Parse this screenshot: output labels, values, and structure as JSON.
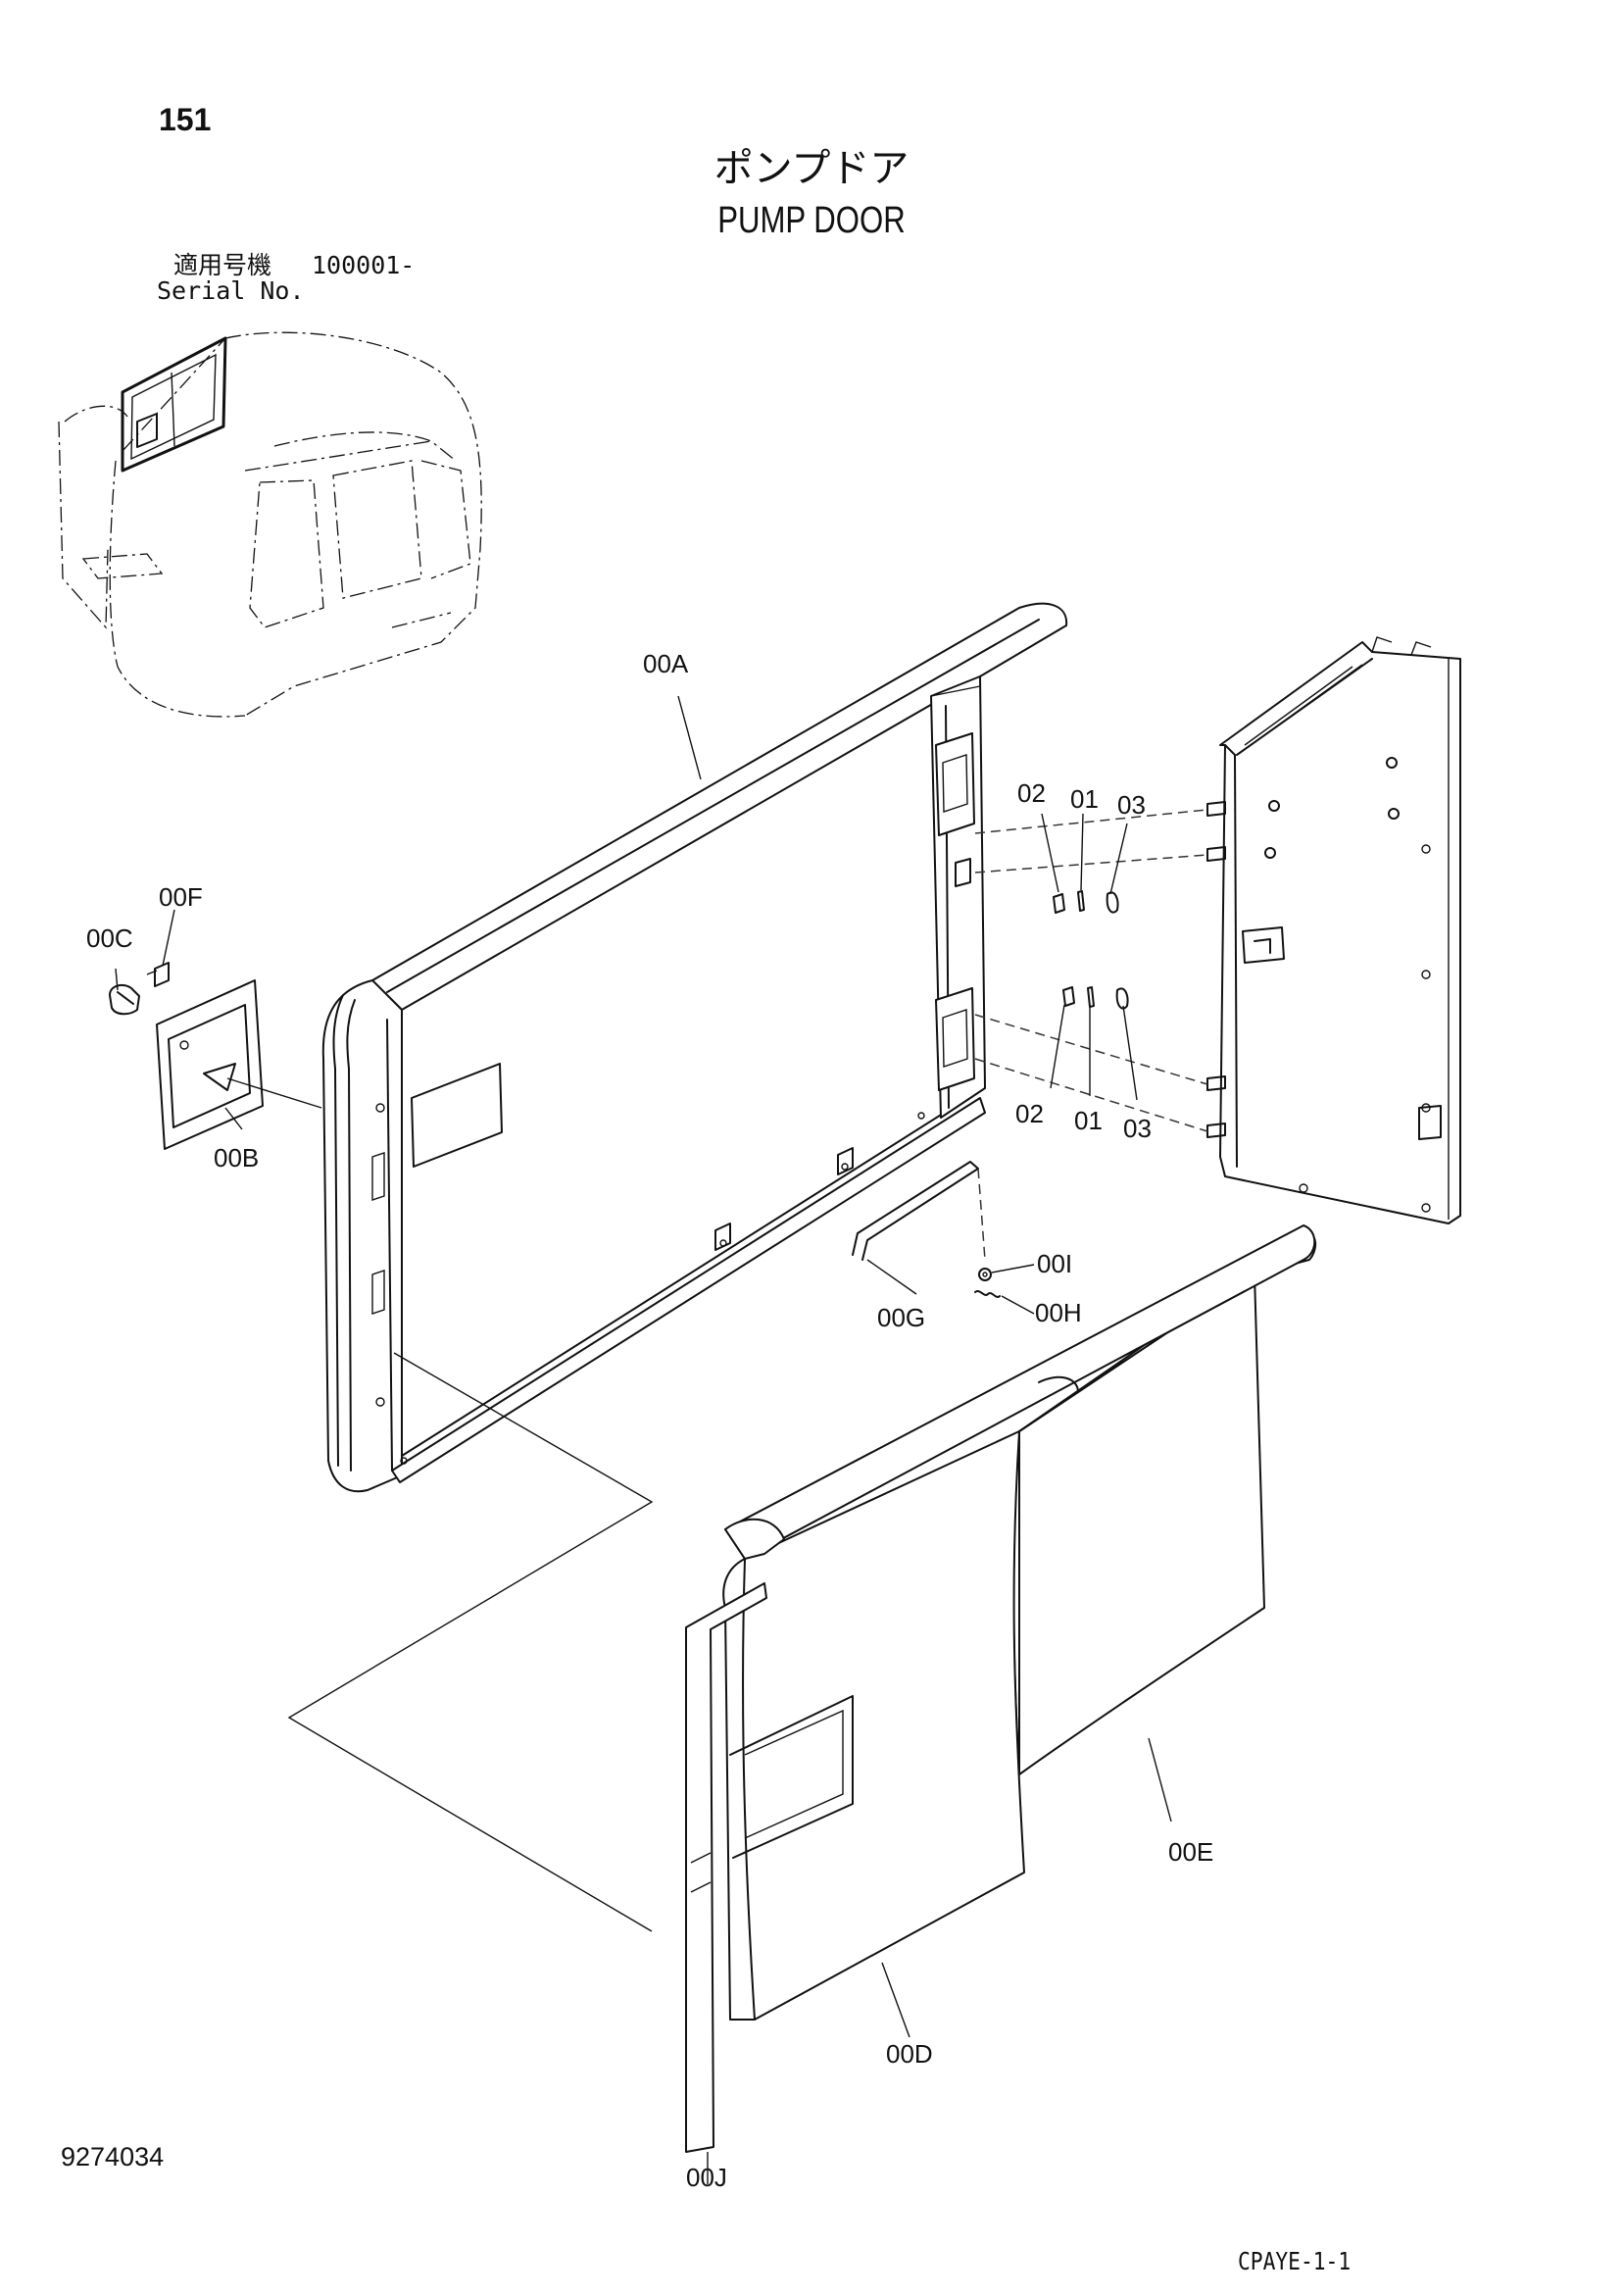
{
  "page": {
    "number": "151",
    "title_jp": "ポンプドア",
    "title_en": "PUMP DOOR",
    "serial_label_jp": "適用号機",
    "serial_value": "100001-",
    "serial_label_en": "Serial No.",
    "drawing_number": "9274034",
    "sheet_code": "CPAYE-1-1"
  },
  "callouts": [
    {
      "id": "00A",
      "text": "00A"
    },
    {
      "id": "00B",
      "text": "00B"
    },
    {
      "id": "00C",
      "text": "00C"
    },
    {
      "id": "00D",
      "text": "00D"
    },
    {
      "id": "00E",
      "text": "00E"
    },
    {
      "id": "00F",
      "text": "00F"
    },
    {
      "id": "00G",
      "text": "00G"
    },
    {
      "id": "00H",
      "text": "00H"
    },
    {
      "id": "00I",
      "text": "00I"
    },
    {
      "id": "00J",
      "text": "00J"
    },
    {
      "id": "02-upper",
      "text": "02"
    },
    {
      "id": "01-upper",
      "text": "01"
    },
    {
      "id": "03-upper",
      "text": "03"
    },
    {
      "id": "02-lower",
      "text": "02"
    },
    {
      "id": "01-lower",
      "text": "01"
    },
    {
      "id": "03-lower",
      "text": "03"
    }
  ]
}
